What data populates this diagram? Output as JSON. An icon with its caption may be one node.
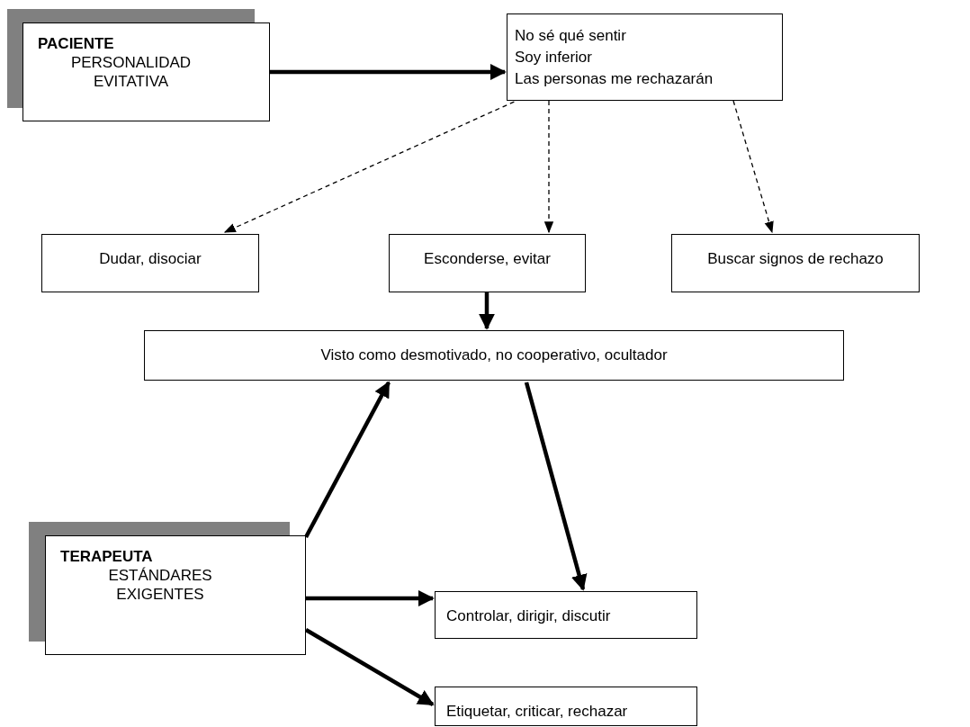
{
  "diagram": {
    "nodes": [
      {
        "text": [
          "PACIENTE",
          "PERSONALIDAD EVITATIVA"
        ]
      },
      {
        "text": [
          "No sé qué sentir",
          "Soy inferior",
          "Las personas me rechazarán"
        ]
      },
      {
        "text": [
          "Dudar, disociar"
        ]
      },
      {
        "text": [
          "Esconderse, evitar"
        ]
      },
      {
        "text": [
          "Buscar signos de rechazo"
        ]
      },
      {
        "text": [
          "Visto como desmotivado, no cooperativo, ocultador"
        ]
      },
      {
        "text": [
          "TERAPEUTA",
          "ESTÁNDARES EXIGENTES"
        ]
      },
      {
        "text": [
          "Controlar, dirigir, discutir"
        ]
      },
      {
        "text": [
          "Etiquetar, criticar, rechazar"
        ]
      }
    ],
    "edges": [
      {
        "from": 0,
        "to": 1,
        "arrow": "to"
      },
      {
        "from": 1,
        "to": 2,
        "arrow": "to",
        "style": "dashed"
      },
      {
        "from": 1,
        "to": 3,
        "arrow": "to",
        "style": "dashed"
      },
      {
        "from": 1,
        "to": 4,
        "arrow": "to",
        "style": "dashed"
      },
      {
        "from": 3,
        "to": 5,
        "arrow": "to"
      },
      {
        "from": 6,
        "to": 5,
        "arrow": "to"
      },
      {
        "from": 5,
        "to": 7,
        "arrow": "to"
      },
      {
        "from": 6,
        "to": 7,
        "arrow": "to"
      },
      {
        "from": 6,
        "to": 8,
        "arrow": "to"
      }
    ]
  }
}
